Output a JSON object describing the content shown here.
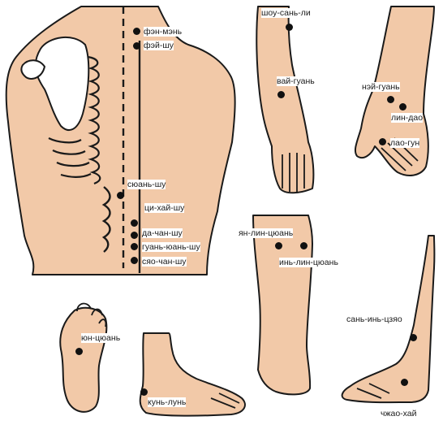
{
  "colors": {
    "skin": "#f2c9a8",
    "outline": "#1a1a1a",
    "point": "#111111",
    "background": "#ffffff"
  },
  "points": {
    "fen_men": "фэн-мэнь",
    "fei_shu": "фэй-шу",
    "xuan_shu": "сюань-шу",
    "qi_hai_shu": "ци-хай-шу",
    "da_chang_shu": "да-чан-шу",
    "guan_yuan_shu": "гуань-юань-шу",
    "xiao_chang_shu": "сяо-чан-шу",
    "shou_san_li": "шоу-сань-ли",
    "wai_guan": "вай-гуань",
    "nei_guan": "нэй-гуань",
    "ling_dao": "лин-дао",
    "lao_gong": "лао-гун",
    "yang_ling_quan": "ян-лин-цюань",
    "yin_ling_quan": "инь-лин-цюань",
    "san_yin_jiao": "сань-инь-цзяо",
    "zhao_hai": "чжао-хай",
    "yong_quan": "юн-цюань",
    "kun_lun": "кунь-лунь"
  }
}
